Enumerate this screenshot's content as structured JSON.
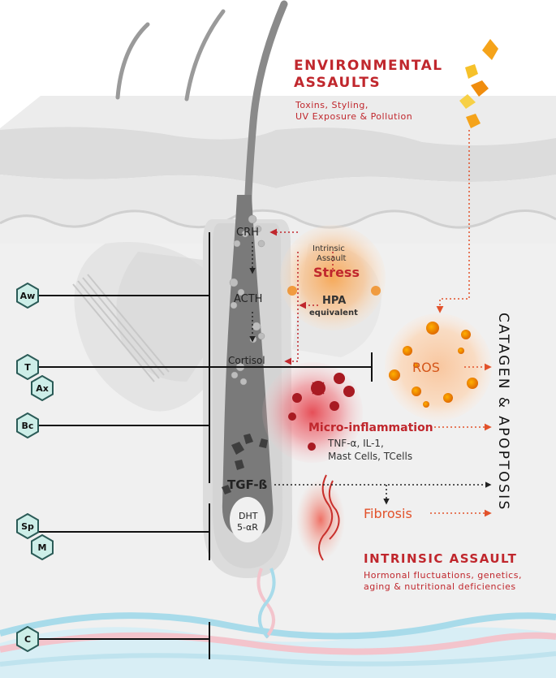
{
  "environmental": {
    "title_line1": "ENVIRONMENTAL",
    "title_line2": "ASSAULTS",
    "desc_line1": "Toxins, Styling,",
    "desc_line2": "UV Exposure & Pollution"
  },
  "intrinsic": {
    "title": "INTRINSIC ASSAULT",
    "desc_line1": "Hormonal fluctuations, genetics,",
    "desc_line2": "aging & nutritional deficiencies"
  },
  "stress": {
    "line1": "Intrinsic",
    "line2": "Assault",
    "title": "Stress",
    "hpa": "HPA",
    "hpa_sub": "equivalent"
  },
  "pathway": {
    "crh": "CRH",
    "acth": "ACTH",
    "cortisol": "Cortisol",
    "tgf": "TGF-ß",
    "dht": "DHT",
    "five_ar": "5-αR"
  },
  "ros": "ROS",
  "micro": {
    "title": "Micro-inflammation",
    "line1": "TNF-α, IL-1,",
    "line2": "Mast Cells, TCells"
  },
  "fibrosis": "Fibrosis",
  "catagen": "CATAGEN & APOPTOSIS",
  "inhibitors": {
    "aw": "Aw",
    "t": "T",
    "ax": "Ax",
    "bc": "Bc",
    "sp": "Sp",
    "m": "M",
    "c": "C"
  },
  "colors": {
    "accent_red": "#c0272d",
    "hex_fill": "#cdeee8",
    "hex_stroke": "#2b5b57",
    "arrow_orange": "#e2522b",
    "skin_gray": "#e6e6e6"
  }
}
